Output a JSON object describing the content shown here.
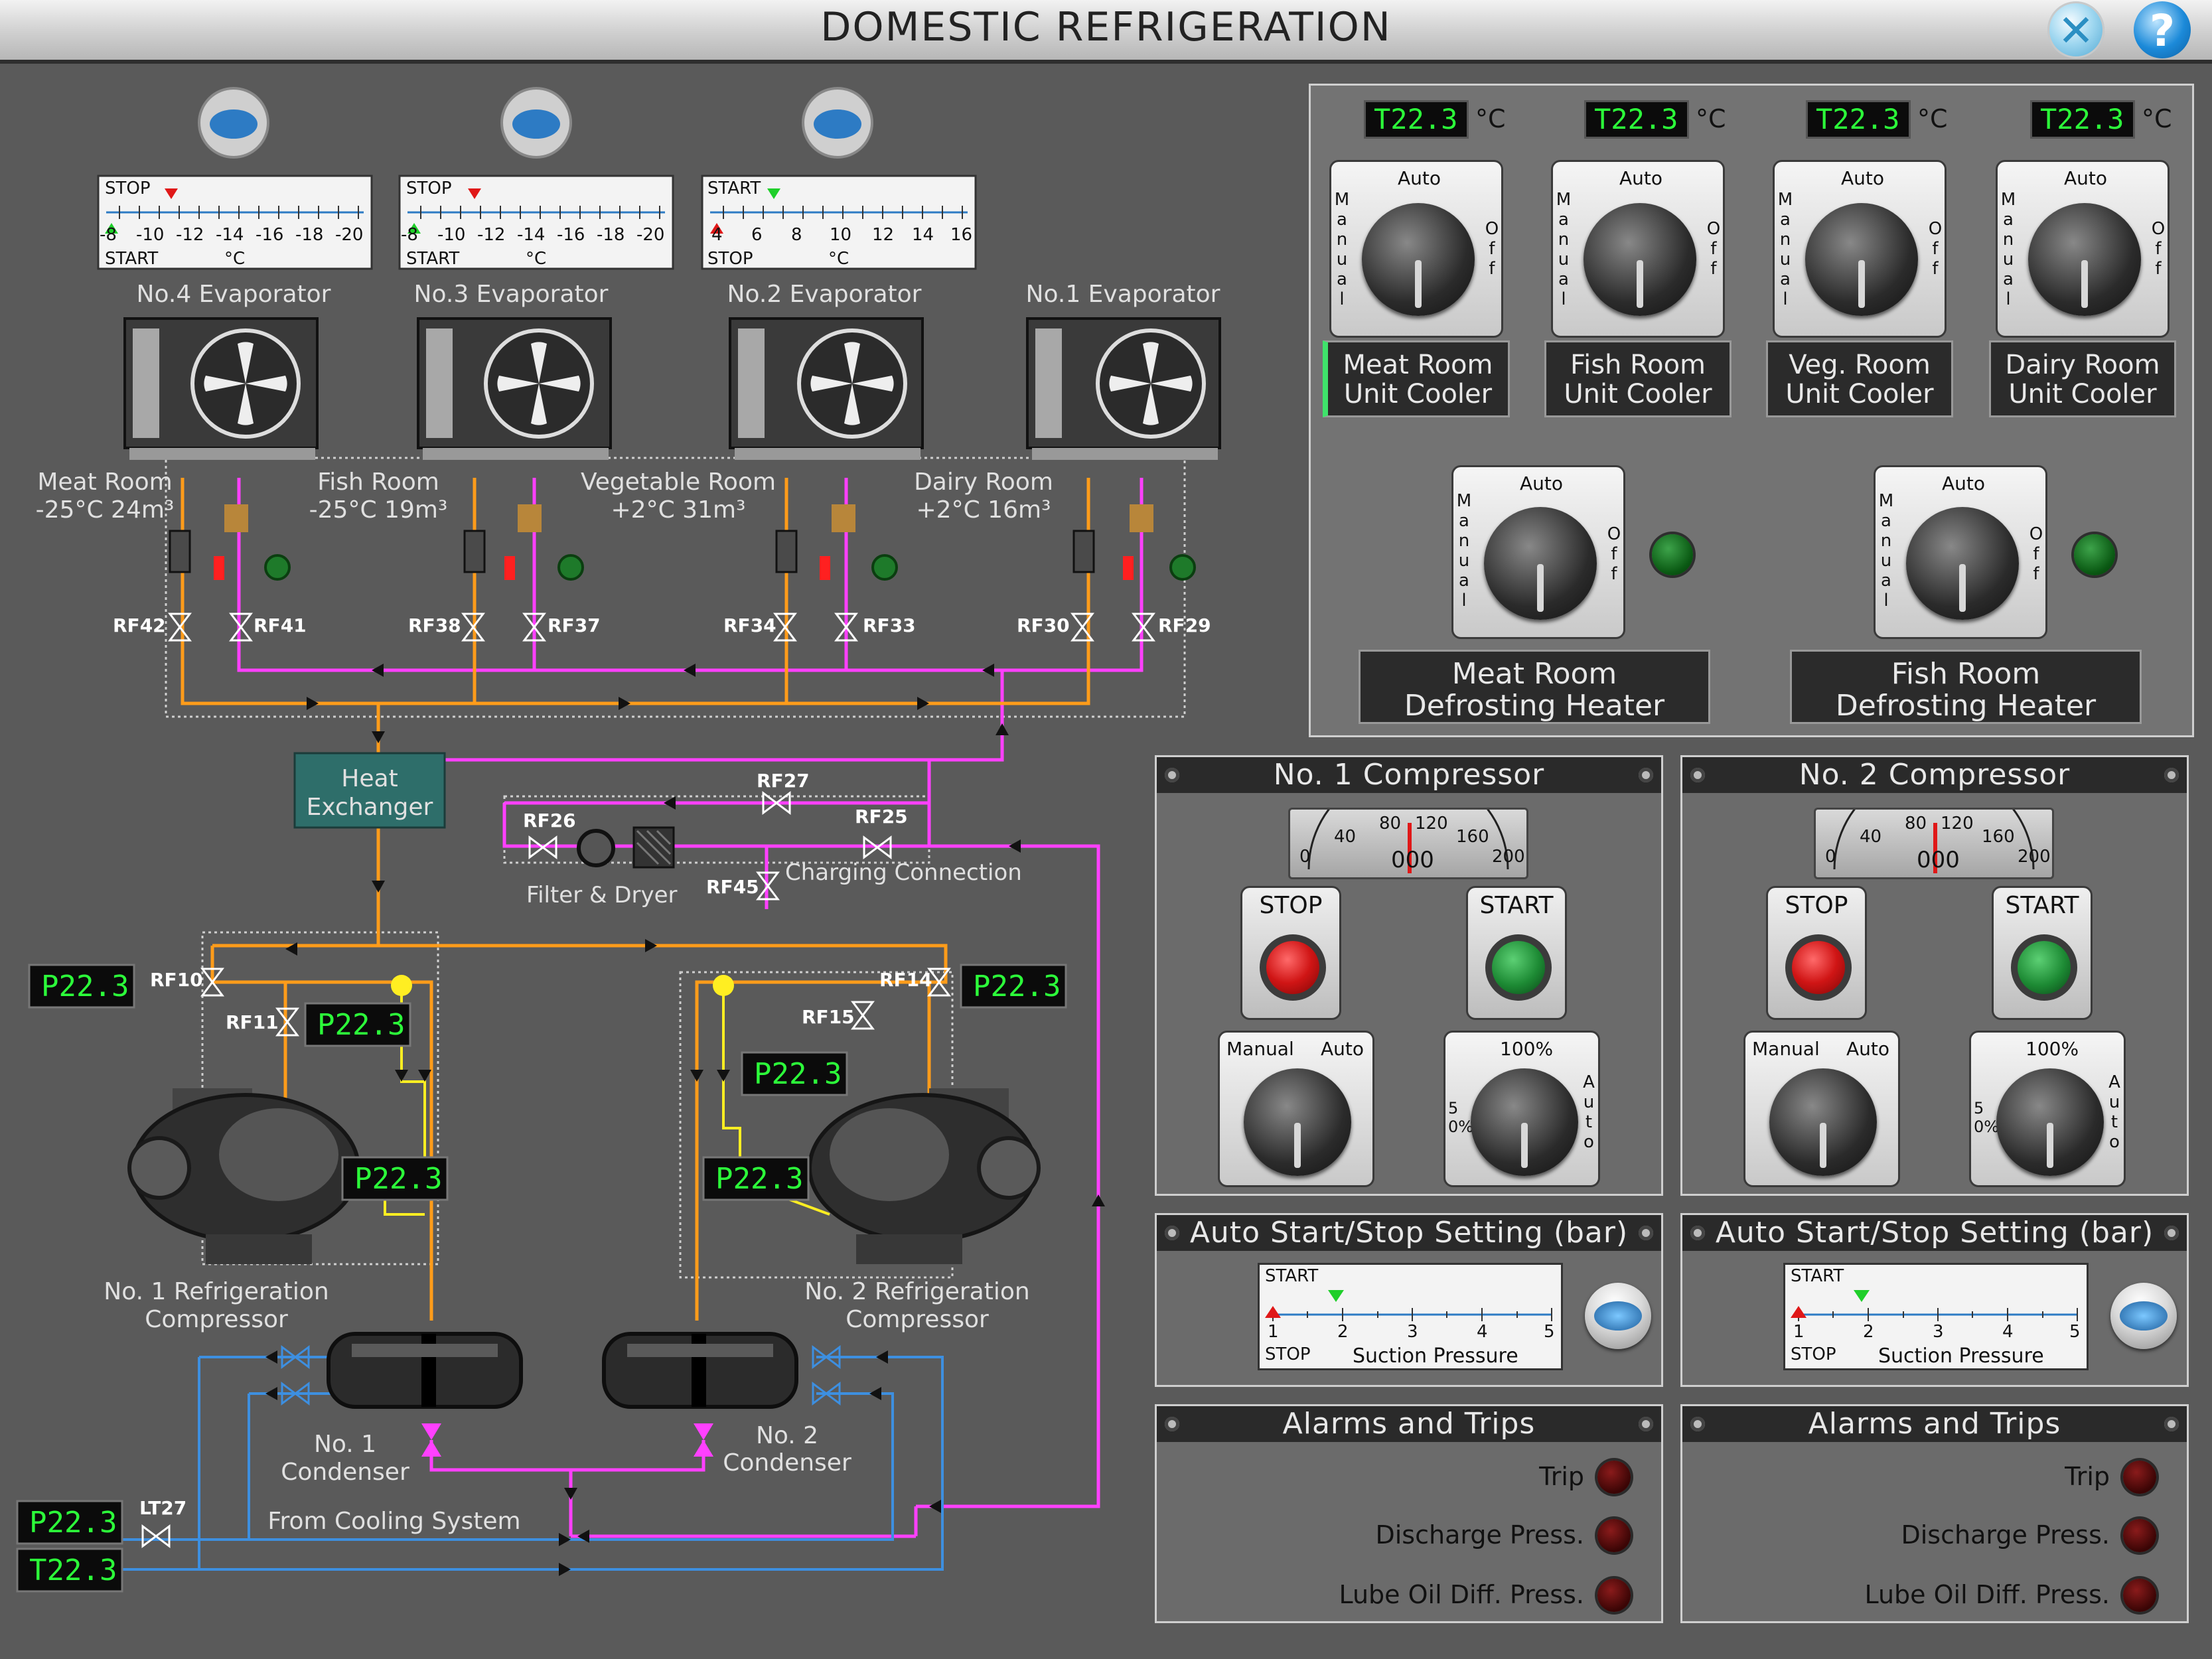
{
  "window": {
    "title": "DOMESTIC REFRIGERATION",
    "close_icon": "close-icon",
    "help_icon": "help-icon",
    "help_glyph": "?",
    "close_glyph": "✕"
  },
  "evaporators": [
    {
      "name": "No.4 Evaporator",
      "room_line1": "Meat Room",
      "room_line2": "-25°C 24m³",
      "scale_top": "STOP",
      "scale_bottom": "START",
      "unit": "°C",
      "ticks": [
        "-8",
        "-10",
        "-12",
        "-14",
        "-16",
        "-18",
        "-20"
      ],
      "valve_a": "RF42",
      "valve_b": "RF41"
    },
    {
      "name": "No.3 Evaporator",
      "room_line1": "Fish Room",
      "room_line2": "-25°C 19m³",
      "scale_top": "STOP",
      "scale_bottom": "START",
      "unit": "°C",
      "ticks": [
        "-8",
        "-10",
        "-12",
        "-14",
        "-16",
        "-18",
        "-20"
      ],
      "valve_a": "RF38",
      "valve_b": "RF37"
    },
    {
      "name": "No.2 Evaporator",
      "room_line1": "Vegetable Room",
      "room_line2": "+2°C 31m³",
      "scale_top": "START",
      "scale_bottom": "STOP",
      "unit": "°C",
      "ticks": [
        "4",
        "6",
        "8",
        "10",
        "12",
        "14",
        "16"
      ],
      "valve_a": "RF34",
      "valve_b": "RF33"
    },
    {
      "name": "No.1 Evaporator",
      "room_line1": "Dairy Room",
      "room_line2": "+2°C 16m³",
      "valve_a": "RF30",
      "valve_b": "RF29"
    }
  ],
  "schematic": {
    "heat_exchanger_line1": "Heat",
    "heat_exchanger_line2": "Exchanger",
    "filter_dryer": "Filter & Dryer",
    "charging": "Charging Connection",
    "valves": {
      "rf27": "RF27",
      "rf26": "RF26",
      "rf25": "RF25",
      "rf45": "RF45",
      "rf10": "RF10",
      "rf11": "RF11",
      "rf14": "RF14",
      "rf15": "RF15",
      "lt27": "LT27"
    },
    "compressor1_line1": "No. 1 Refrigeration",
    "compressor1_line2": "Compressor",
    "compressor2_line1": "No. 2 Refrigeration",
    "compressor2_line2": "Compressor",
    "condenser1_line1": "No. 1",
    "condenser1_line2": "Condenser",
    "condenser2_line1": "No. 2",
    "condenser2_line2": "Condenser",
    "cooling": "From Cooling System",
    "readouts": {
      "p_left": "P22.3",
      "p_c1_suction": "P22.3",
      "p_c1_disch": "P22.3",
      "p_right": "P22.3",
      "p_c2_suction": "P22.3",
      "p_c2_disch": "P22.3",
      "p_cool": "P22.3",
      "t_cool": "T22.3"
    }
  },
  "unit_coolers": [
    {
      "temp": "T22.3",
      "unit": "°C",
      "auto": "Auto",
      "manual": "Manual",
      "off": "Off",
      "line1": "Meat Room",
      "line2": "Unit Cooler"
    },
    {
      "temp": "T22.3",
      "unit": "°C",
      "auto": "Auto",
      "manual": "Manual",
      "off": "Off",
      "line1": "Fish Room",
      "line2": "Unit Cooler"
    },
    {
      "temp": "T22.3",
      "unit": "°C",
      "auto": "Auto",
      "manual": "Manual",
      "off": "Off",
      "line1": "Veg. Room",
      "line2": "Unit Cooler"
    },
    {
      "temp": "T22.3",
      "unit": "°C",
      "auto": "Auto",
      "manual": "Manual",
      "off": "Off",
      "line1": "Dairy Room",
      "line2": "Unit Cooler"
    }
  ],
  "heaters": [
    {
      "auto": "Auto",
      "line1": "Meat Room",
      "line2": "Defrosting Heater"
    },
    {
      "auto": "Auto",
      "line1": "Fish Room",
      "line2": "Defrosting Heater"
    }
  ],
  "compressors": [
    {
      "title": "No. 1 Compressor",
      "gauge_ticks": [
        "0",
        "40",
        "80",
        "120",
        "160",
        "200"
      ],
      "gauge_value": "000",
      "stop": "STOP",
      "start": "START",
      "manual": "Manual",
      "auto": "Auto",
      "pct100": "100%",
      "pct50": "50%",
      "auto_v": "Auto"
    },
    {
      "title": "No. 2 Compressor",
      "gauge_ticks": [
        "0",
        "40",
        "80",
        "120",
        "160",
        "200"
      ],
      "gauge_value": "000",
      "stop": "STOP",
      "start": "START",
      "manual": "Manual",
      "auto": "Auto",
      "pct100": "100%",
      "pct50": "50%",
      "auto_v": "Auto"
    }
  ],
  "autostart": [
    {
      "title": "Auto Start/Stop Setting (bar)",
      "start": "START",
      "stop": "STOP",
      "label": "Suction Pressure",
      "ticks": [
        "1",
        "2",
        "3",
        "4",
        "5"
      ]
    },
    {
      "title": "Auto Start/Stop Setting (bar)",
      "start": "START",
      "stop": "STOP",
      "label": "Suction Pressure",
      "ticks": [
        "1",
        "2",
        "3",
        "4",
        "5"
      ]
    }
  ],
  "alarms": [
    {
      "title": "Alarms and Trips",
      "items": [
        "Trip",
        "Discharge Press.",
        "Lube Oil Diff. Press."
      ]
    },
    {
      "title": "Alarms and Trips",
      "items": [
        "Trip",
        "Discharge Press.",
        "Lube Oil Diff. Press."
      ]
    }
  ],
  "colors": {
    "liquid": "#ff40ff",
    "suction": "#ff9c1a",
    "cooling": "#3d8fe0",
    "oil": "#ffee22",
    "readout": "#2cff3a",
    "trip_lamp": "#5a0a0a",
    "run_lamp": "#0e6a1a"
  }
}
